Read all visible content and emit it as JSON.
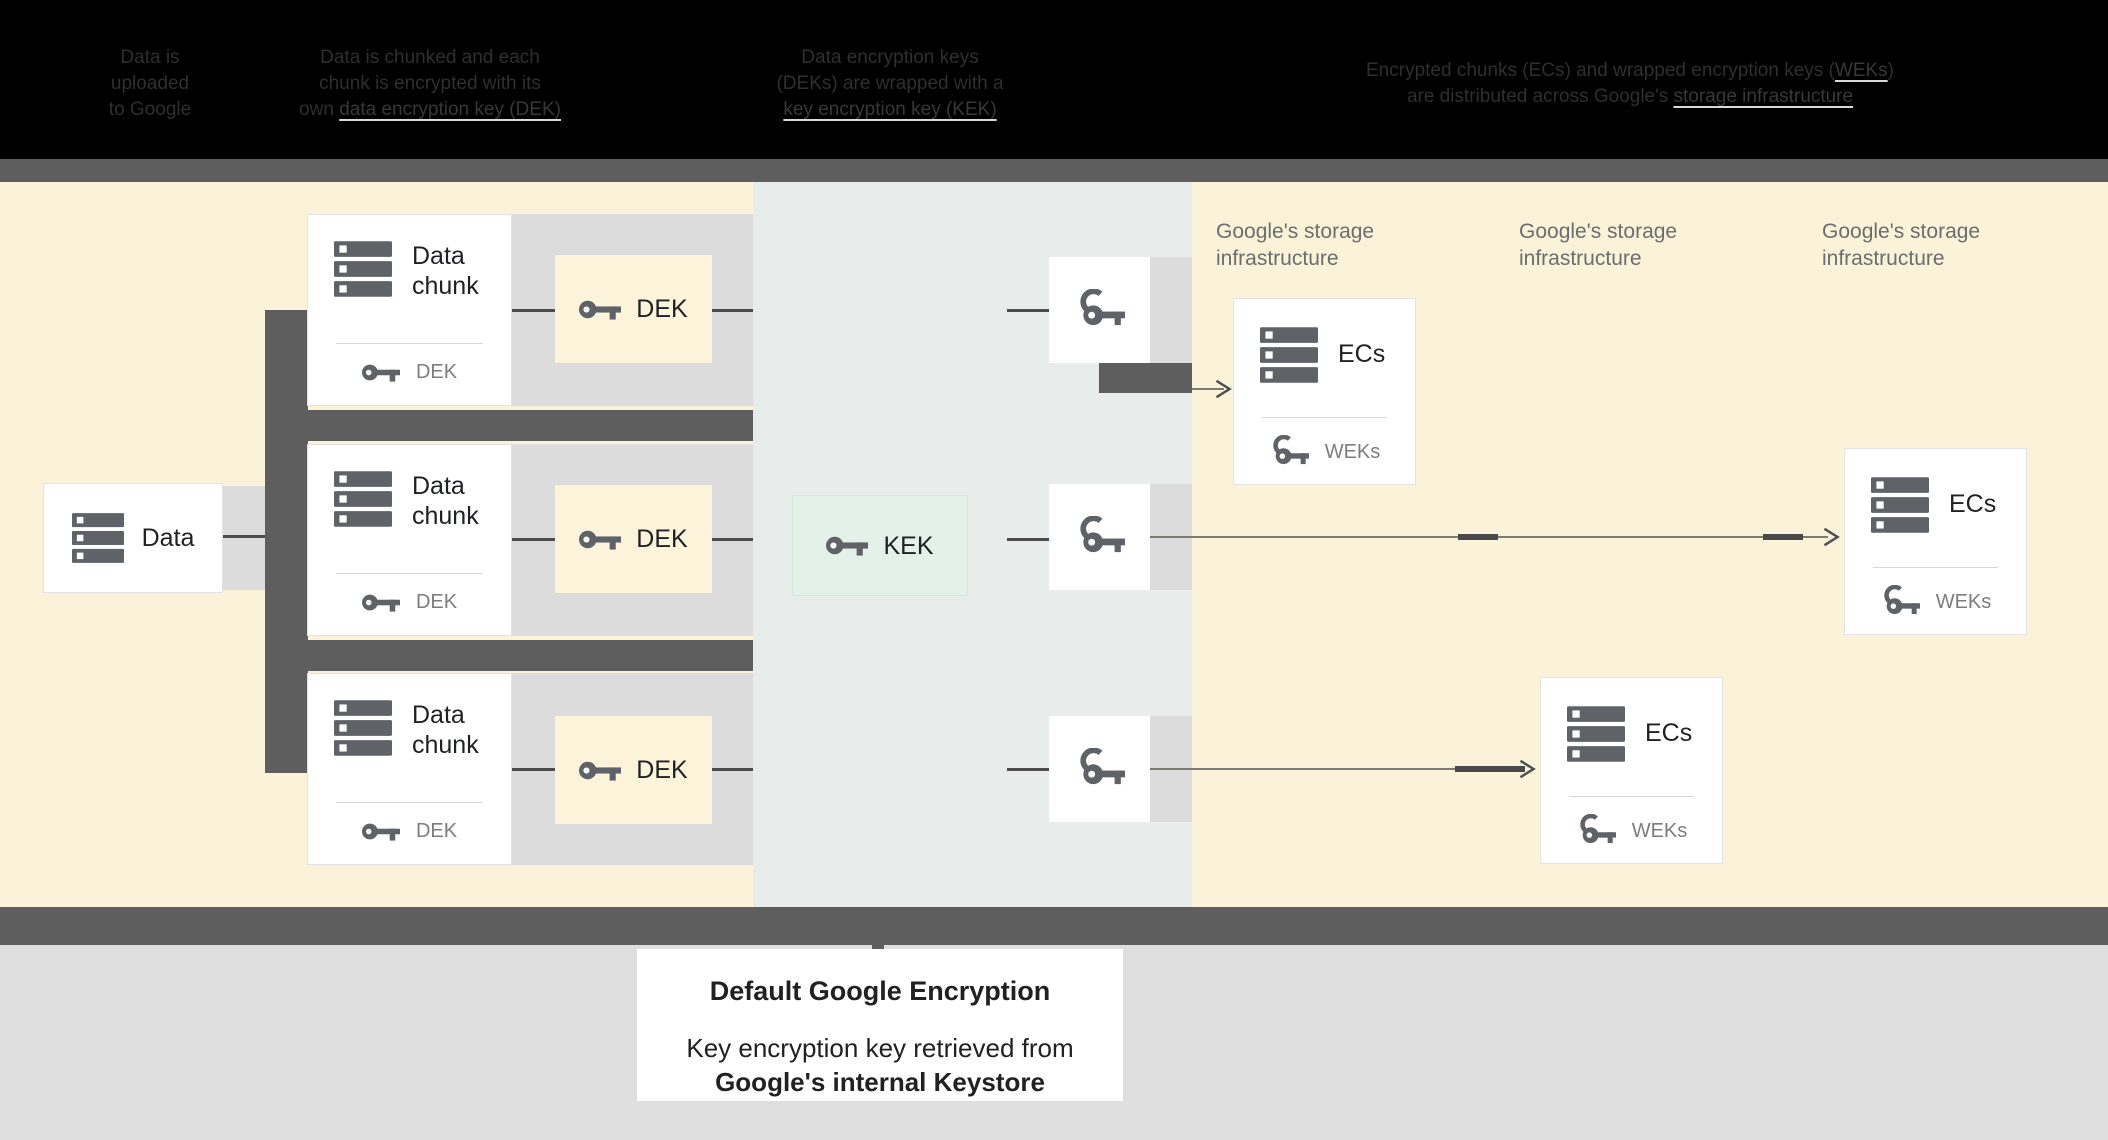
{
  "header": {
    "step1": {
      "line1": "Data is",
      "line2": "uploaded",
      "line3": "to Google"
    },
    "step2": {
      "line1": "Data is chunked and each",
      "line2": "chunk is encrypted with its",
      "line3_pre": "own ",
      "line3_link": "data encryption key (DEK)"
    },
    "step3": {
      "line1": "Data encryption keys",
      "line2": "(DEKs) are wrapped with a",
      "line3_link": "key encryption key (KEK)"
    },
    "step4": {
      "line1_pre": "Encrypted chunks (ECs) and wrapped encryption keys (",
      "line1_link": "WEKs",
      "line1_post": ")",
      "line2_pre": "are distributed across Google's ",
      "line2_link": "storage infrastructure"
    }
  },
  "diagram": {
    "data_label": "Data",
    "chunk_title": "Data chunk",
    "chunk_key_label": "DEK",
    "dek_label": "DEK",
    "kek_label": "KEK",
    "storage_line1": "Google's storage",
    "storage_line2": "infrastructure",
    "ecs_title": "ECs",
    "ecs_key_label": "WEKs"
  },
  "footer": {
    "title": "Default Google Encryption",
    "line1": "Key encryption key retrieved from",
    "line2": "Google's internal Keystore"
  },
  "colors": {
    "header_bg": "#000000",
    "dark_bar": "#5e5e5e",
    "zone_yellow": "#faf3da",
    "zone_keystore": "#e8edeb",
    "gray_panel": "#dcdcdc",
    "dek_box": "#fcf4da",
    "kek_box": "#e4f1e8",
    "icon_gray": "#5f6368",
    "muted_text": "#7d7d7d",
    "footer_bg": "#dedede"
  }
}
